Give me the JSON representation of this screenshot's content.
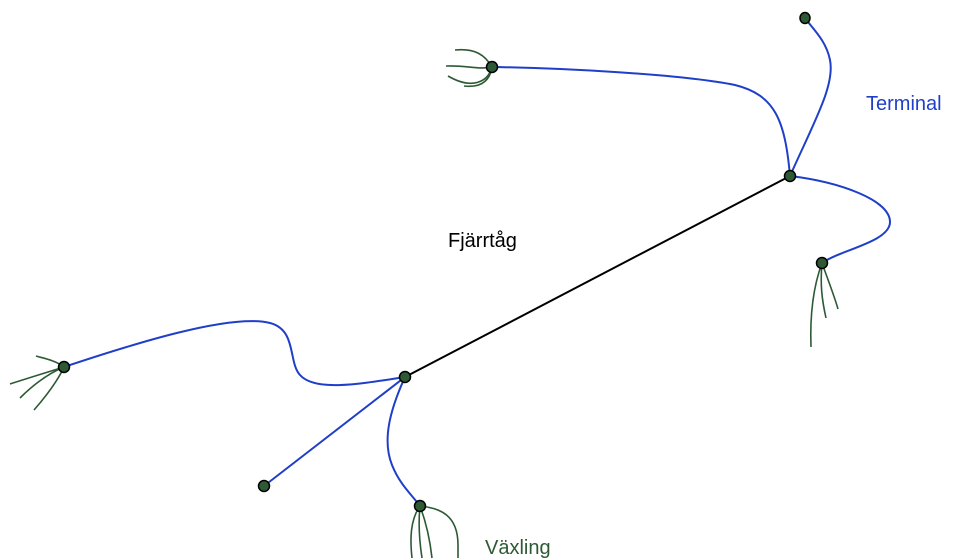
{
  "labels": {
    "long_distance": "Fjärrtåg",
    "terminal": "Terminal",
    "switching": "Växling"
  },
  "colors": {
    "trunk_line": "#000000",
    "branch_line": "#1f3fc8",
    "switch_line": "#2d5a35",
    "node_fill": "#2d5a35",
    "node_stroke": "#000000",
    "terminal_label": "#1f3fc8",
    "switching_label": "#2d5a35",
    "long_distance_label": "#000000"
  }
}
